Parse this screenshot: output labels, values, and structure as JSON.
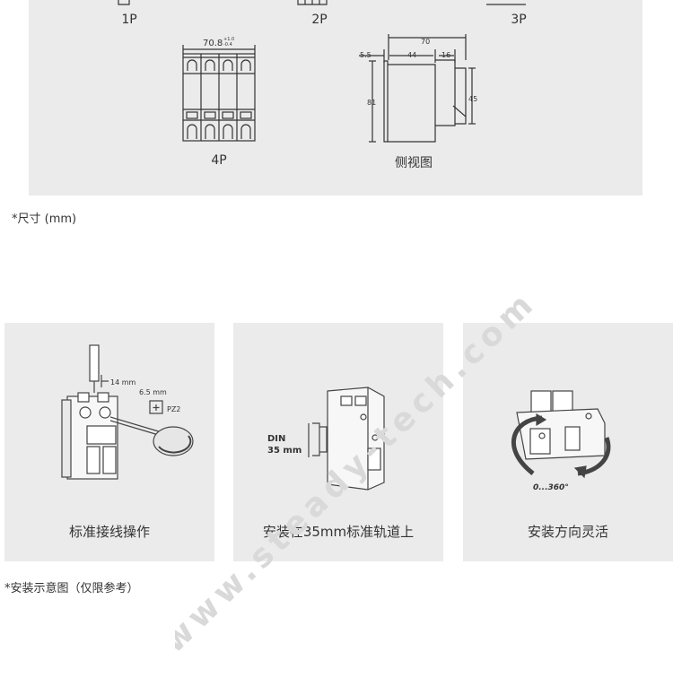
{
  "dimensions": {
    "labels": {
      "p1": "1P",
      "p2": "2P",
      "p3": "3P",
      "p4": "4P",
      "side": "侧视图"
    },
    "four_pole_width": "70.8",
    "four_pole_tol_plus": "+1.0",
    "four_pole_tol_minus": "-0.4",
    "side": {
      "total": "70",
      "left": "5.5",
      "mid": "44",
      "right": "16",
      "height": "81",
      "rail": "45"
    },
    "note": "*尺寸 (mm)"
  },
  "install": {
    "cards": [
      {
        "caption": "标准接线操作",
        "dim_a": "14 mm",
        "dim_b": "6.5 mm",
        "bit": "PZ2"
      },
      {
        "caption": "安装在35mm标准轨道上",
        "rail_l1": "DIN",
        "rail_l2": "35 mm"
      },
      {
        "caption": "安装方向灵活",
        "angle": "0...360°"
      }
    ],
    "note": "*安装示意图（仅限参考）"
  },
  "watermark": {
    "text": "www.steady-tech.com"
  },
  "colors": {
    "panel": "#ebebeb",
    "line": "#333333",
    "watermark": "#d9d9d9"
  }
}
